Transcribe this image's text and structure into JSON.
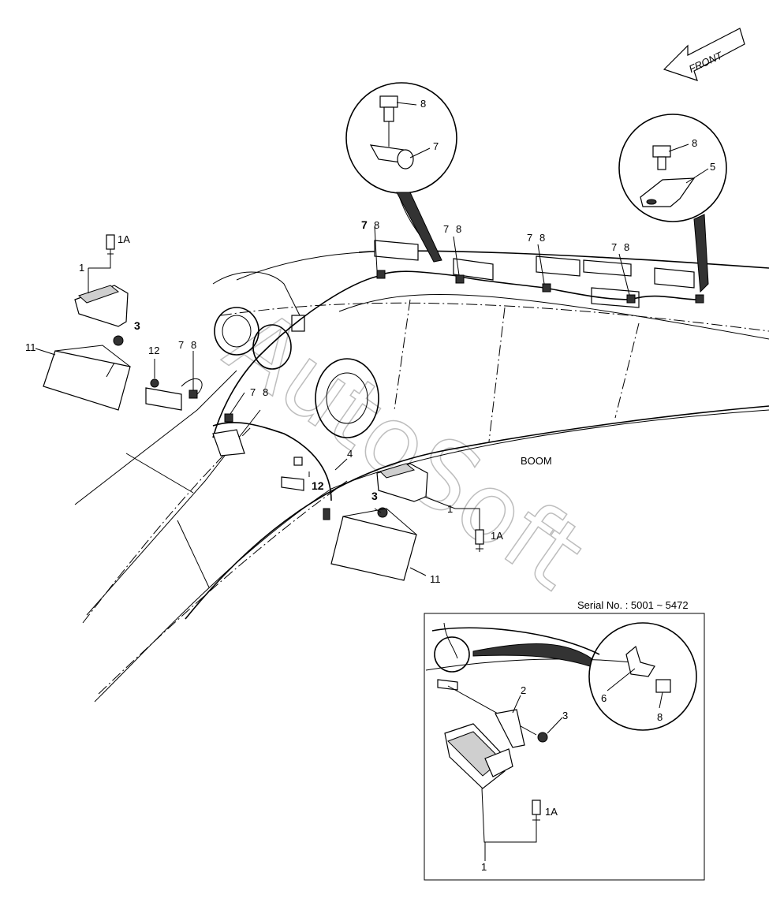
{
  "diagram": {
    "front_arrow_label": "FRONT",
    "boom_label": "BOOM",
    "watermark": "AutoSoft",
    "inset_title": "Serial No. : 5001 ~ 5472",
    "callouts": {
      "c1a_top": "1A",
      "c1_top": "1",
      "c3_left": "3",
      "c11_left": "11",
      "c12_left": "12",
      "c78_a": "7",
      "c78_a2": "8",
      "c78_b": "7",
      "c78_b2": "8",
      "c78_top1": "7",
      "c78_top1b": "8",
      "c78_top2": "7",
      "c78_top2b": "8",
      "c78_top3": "7",
      "c78_top3b": "8",
      "c78_top4": "7",
      "c78_top4b": "8",
      "c4": "4",
      "c12_mid": "12",
      "c3_mid": "3",
      "c1_mid": "1",
      "c1a_mid": "1A",
      "c11_mid": "11",
      "c8_det1": "8",
      "c7_det1": "7",
      "c8_det2": "8",
      "c5_det2": "5",
      "c2_inset": "2",
      "c3_inset": "3",
      "c6_inset": "6",
      "c8_inset": "8",
      "c1a_inset": "1A",
      "c1_inset": "1"
    }
  }
}
